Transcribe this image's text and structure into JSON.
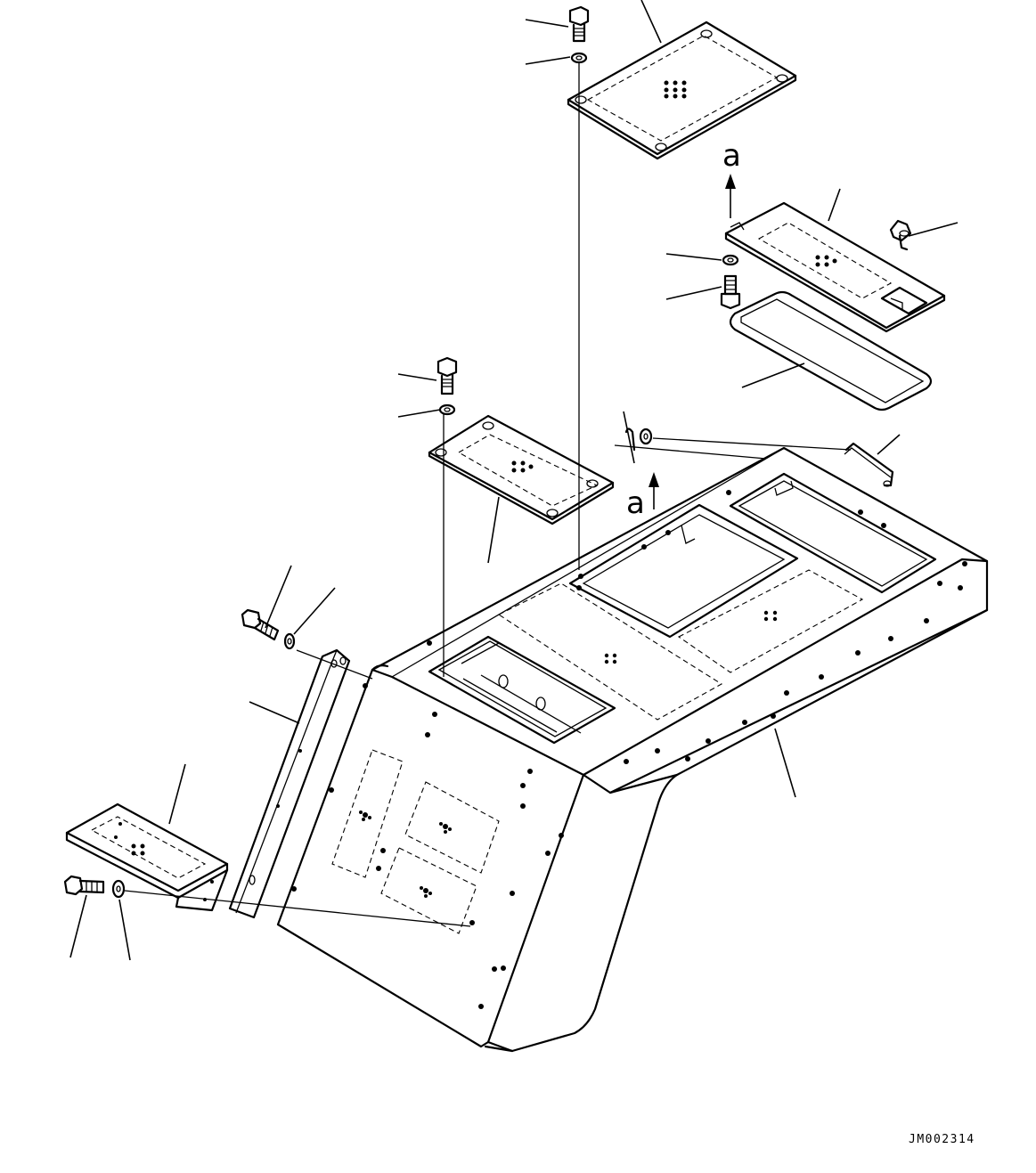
{
  "drawing_number": "JM002314",
  "callouts": [
    {
      "id": "a-upper",
      "text": "a"
    },
    {
      "id": "a-lower",
      "text": "a"
    }
  ]
}
